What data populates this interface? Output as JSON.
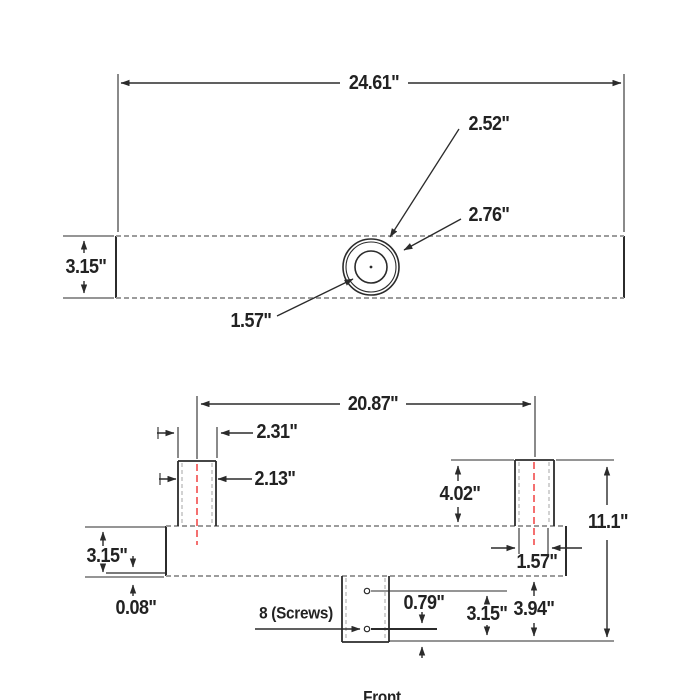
{
  "drawing": {
    "front_view_label": "Front",
    "colors": {
      "line": "#2b2b2b",
      "dashed_edge": "#9c9c9c",
      "centerline_red": "#ee2424",
      "background": "#ffffff"
    },
    "top_view": {
      "overall_width": "24.61\"",
      "body_height": "3.15\"",
      "hole_ring_diameter": "2.52\"",
      "hole_outer_diameter": "2.76\"",
      "hole_inner_diameter": "1.57\""
    },
    "front_view": {
      "post_center_spacing": "20.87\"",
      "post_outer_width": "2.31\"",
      "post_inner_width": "2.13\"",
      "post_height": "4.02\"",
      "overall_height": "11.1\"",
      "body_height": "3.15\"",
      "hole_inner_width": "1.57\"",
      "panel_thickness": "0.08\"",
      "screws_note": "8 (Screws)",
      "screw_to_bottom": "0.79\"",
      "screw_span": "3.15\"",
      "bracket_height": "3.94\""
    }
  }
}
